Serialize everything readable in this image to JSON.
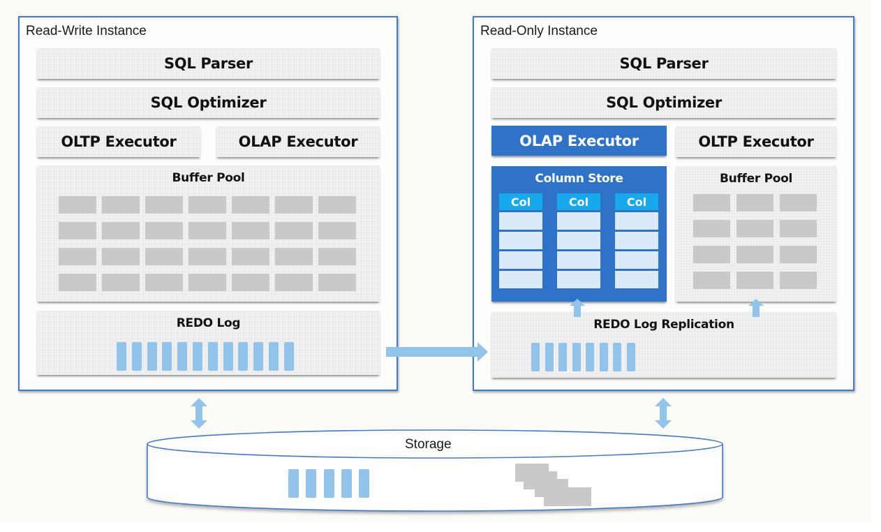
{
  "colors": {
    "instance_border": "#3d7ad6",
    "accent_blue": "#2f73c9",
    "column_header": "#16a9eb",
    "column_cell": "#dbeaf8",
    "log_bar": "#92c3ea",
    "buffer_cell": "#c9c9c9",
    "arrow": "#92c3ea"
  },
  "read_write_instance": {
    "title": "Read-Write Instance",
    "sql_parser": "SQL Parser",
    "sql_optimizer": "SQL Optimizer",
    "oltp_executor": "OLTP Executor",
    "olap_executor": "OLAP Executor",
    "buffer_pool": {
      "label": "Buffer Pool",
      "rows": 4,
      "cols": 7
    },
    "redo_log": {
      "label": "REDO Log",
      "entries": 12
    }
  },
  "read_only_instance": {
    "title": "Read-Only Instance",
    "sql_parser": "SQL Parser",
    "sql_optimizer": "SQL Optimizer",
    "olap_executor": "OLAP Executor",
    "oltp_executor": "OLTP Executor",
    "column_store": {
      "label": "Column Store",
      "columns": [
        "Col",
        "Col",
        "Col"
      ],
      "rows_per_column": 4
    },
    "buffer_pool": {
      "label": "Buffer Pool",
      "rows": 4,
      "cols": 3
    },
    "redo_log_replication": {
      "label": "REDO Log Replication",
      "entries": 8
    }
  },
  "storage": {
    "label": "Storage",
    "log_entries": 5,
    "page_blocks": 4
  }
}
